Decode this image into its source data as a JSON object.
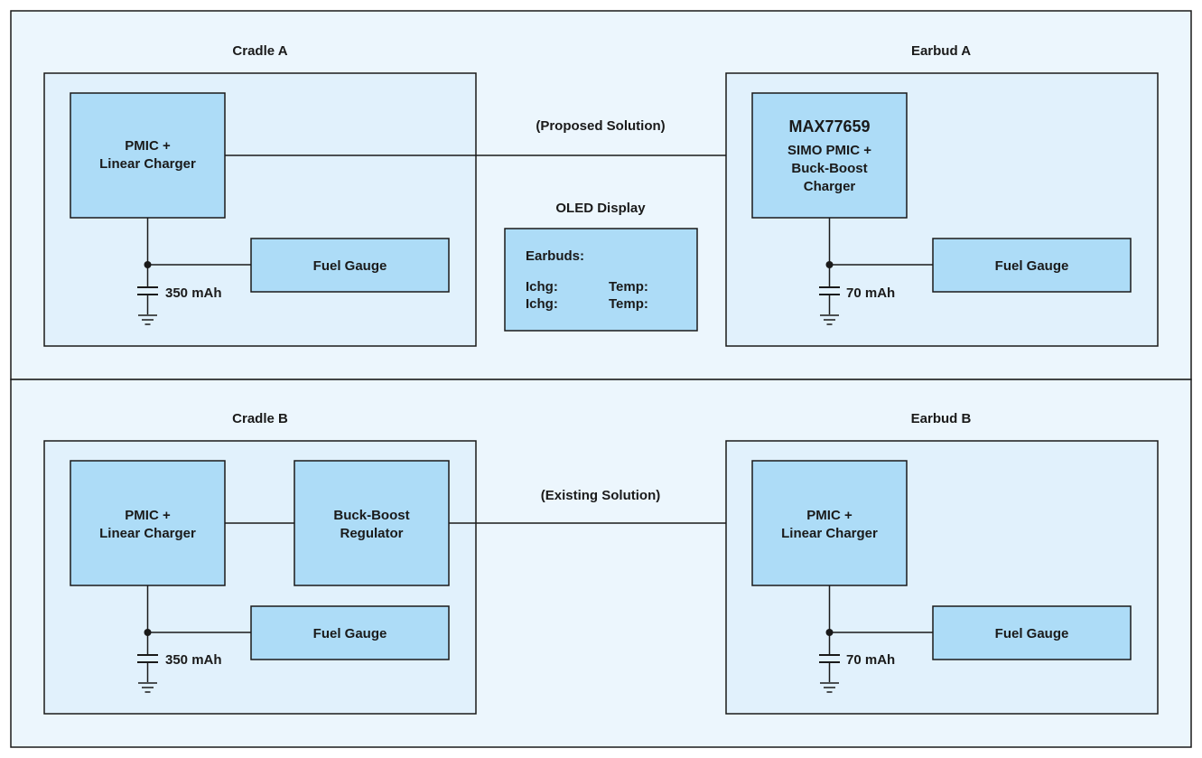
{
  "colors": {
    "panel_fill": "#ecf6fd",
    "container_fill": "#e1f1fc",
    "block_fill": "#addcf7",
    "stroke": "#1a1a1a"
  },
  "icons": {
    "battery": "battery-capacitor-icon",
    "ground": "ground-icon",
    "arrow": "arrowhead-icon"
  },
  "top": {
    "cradle": {
      "title": "Cradle A",
      "pmic": {
        "line1": "PMIC +",
        "line2": "Linear Charger"
      },
      "fuel_gauge": "Fuel Gauge",
      "battery": "350 mAh"
    },
    "earbud": {
      "title": "Earbud A",
      "pmic": {
        "part": "MAX77659",
        "line1": "SIMO PMIC +",
        "line2": "Buck-Boost",
        "line3": "Charger"
      },
      "fuel_gauge": "Fuel Gauge",
      "battery": "70 mAh"
    },
    "link_label": "(Proposed Solution)",
    "oled": {
      "title": "OLED Display",
      "earbuds": "Earbuds:",
      "row1": {
        "ichg": "Ichg:",
        "temp": "Temp:"
      },
      "row2": {
        "ichg": "Ichg:",
        "temp": "Temp:"
      }
    }
  },
  "bottom": {
    "cradle": {
      "title": "Cradle B",
      "pmic": {
        "line1": "PMIC +",
        "line2": "Linear Charger"
      },
      "regulator": {
        "line1": "Buck-Boost",
        "line2": "Regulator"
      },
      "fuel_gauge": "Fuel Gauge",
      "battery": "350 mAh"
    },
    "earbud": {
      "title": "Earbud B",
      "pmic": {
        "line1": "PMIC +",
        "line2": "Linear Charger"
      },
      "fuel_gauge": "Fuel Gauge",
      "battery": "70 mAh"
    },
    "link_label": "(Existing Solution)"
  }
}
